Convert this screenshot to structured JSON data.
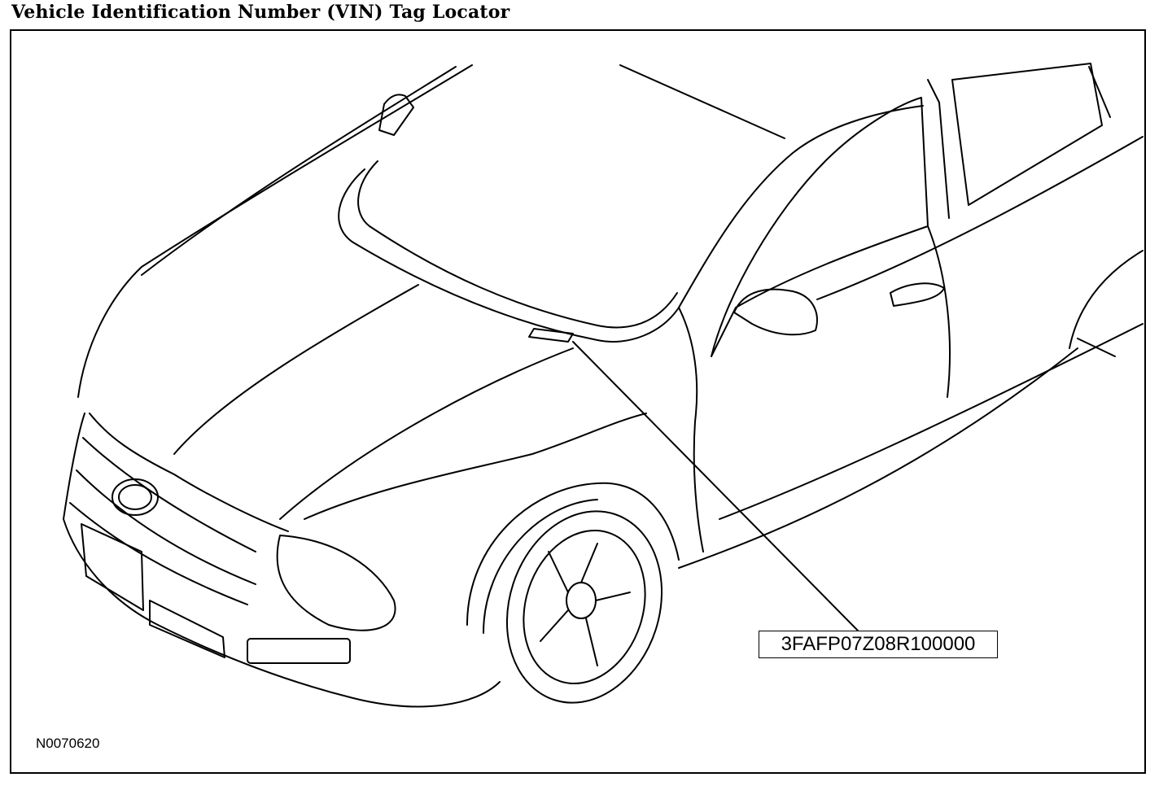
{
  "diagram": {
    "title": "Vehicle Identification Number (VIN) Tag Locator",
    "vin_number": "3FAFP07Z08R100000",
    "figure_id": "N0070620"
  }
}
